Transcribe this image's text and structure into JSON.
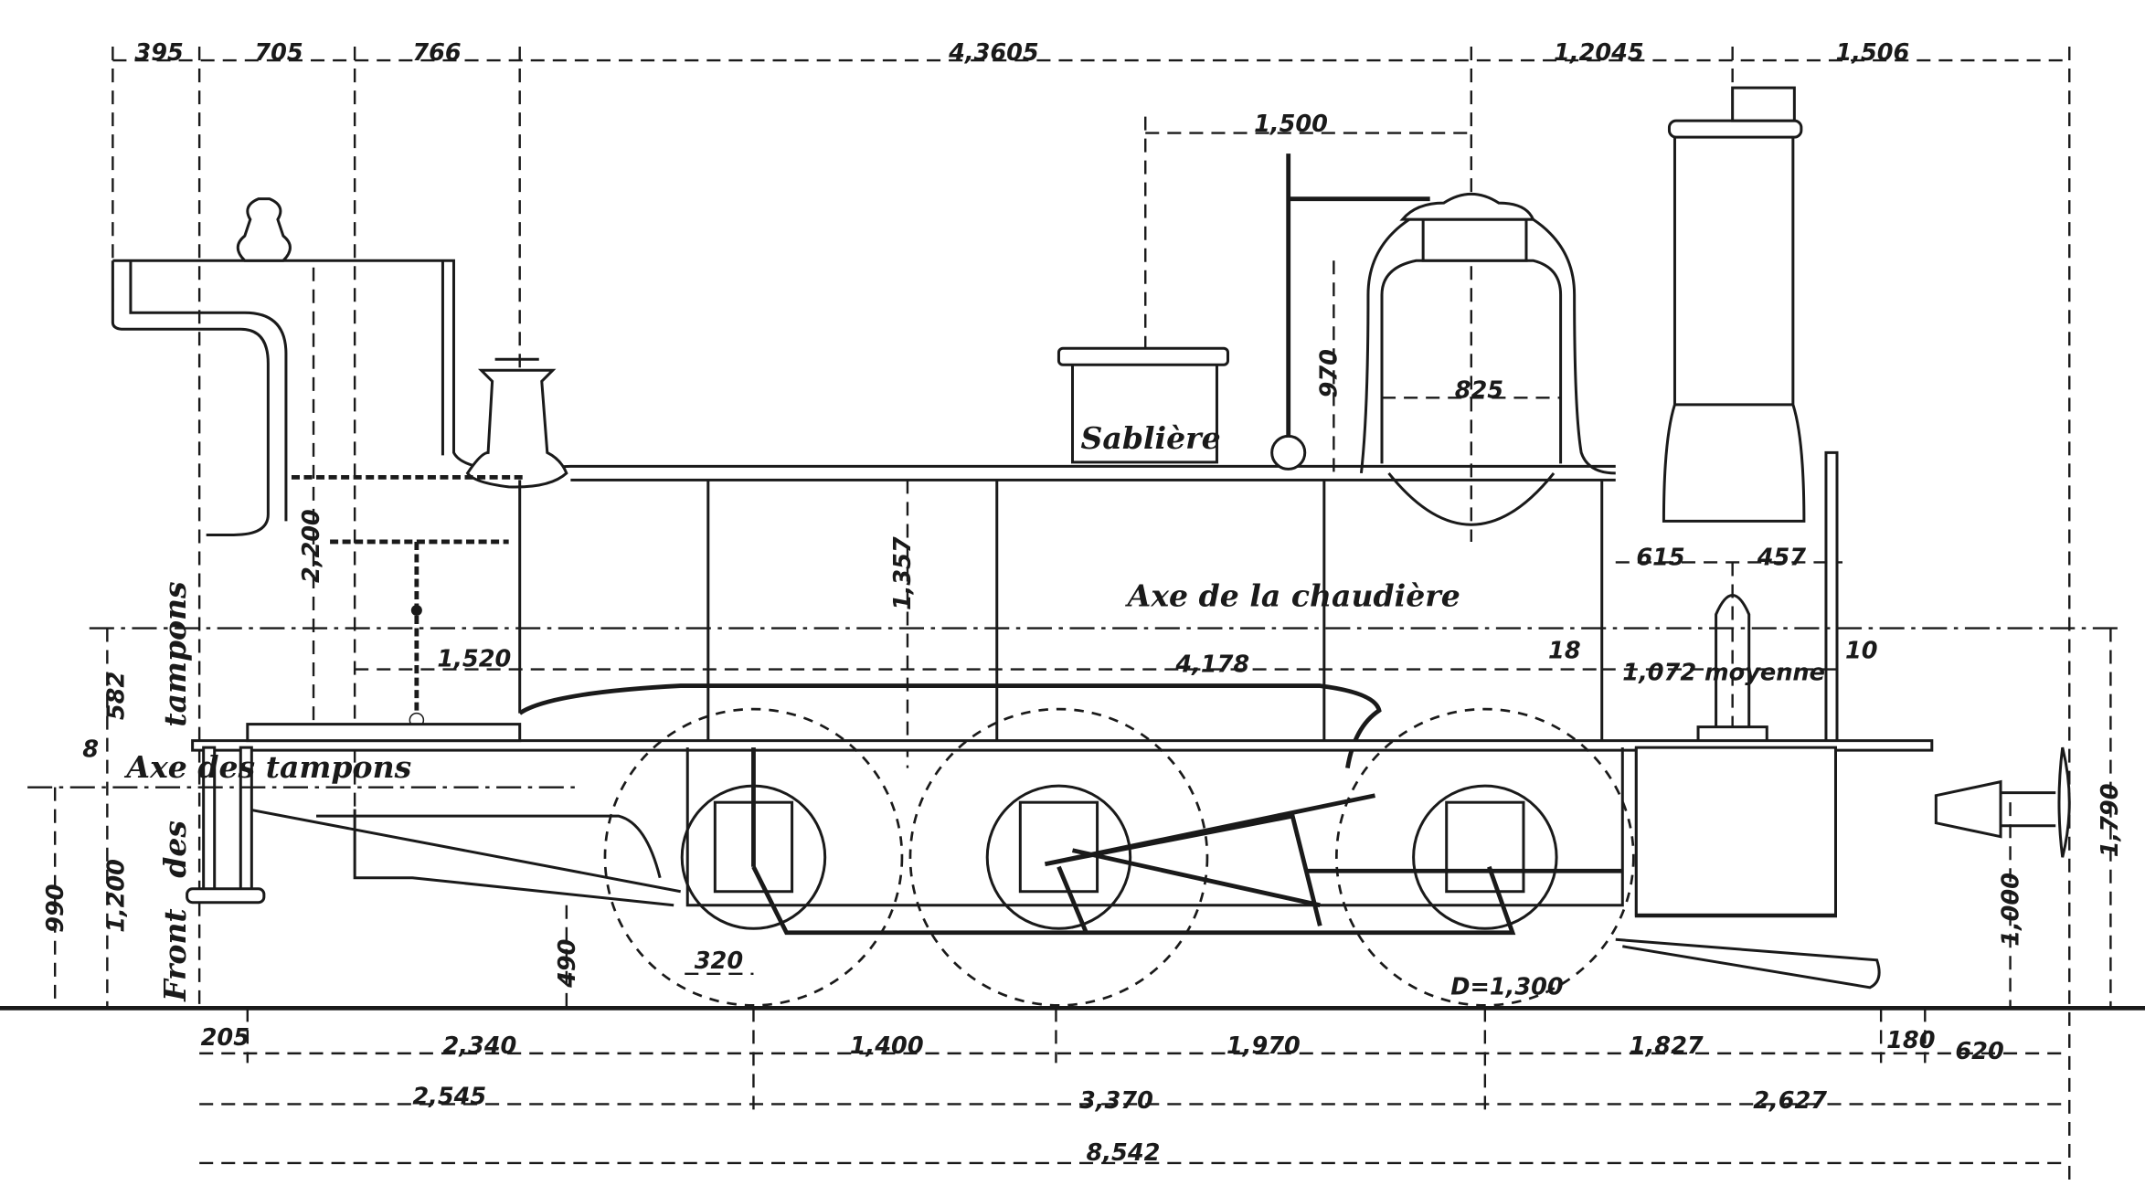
{
  "drawing": {
    "top_dimensions": [
      "395",
      "705",
      "766",
      "4,3605",
      "1,2045",
      "1,506"
    ],
    "dome_spacing": "1,500",
    "regulator_height": "970",
    "dome_diameter": "825",
    "sandbox_label": "Sablière",
    "cab_height": "2,200",
    "boiler_height": "1,357",
    "boiler_axis_label": "Axe de la chaudière",
    "smokebox_left": "615",
    "smokebox_right": "457",
    "buffer_to_boiler": "582",
    "buffer_label_vertical": "tampons",
    "buffer_gap": "8",
    "buffer_axis_label": "Axe des tampons",
    "firebox_length": "1,520",
    "boiler_length": "4,178",
    "tube_plate_left": "18",
    "smokebox_length": "1,072 moyenne",
    "tube_plate_right": "10",
    "buffer_height": "990",
    "platform_height": "1,200",
    "front_label_a": "Front",
    "front_label_b": "des",
    "frame_bottom": "490",
    "crank_radius": "320",
    "wheel_diameter": "D=1,300",
    "boiler_axis_height": "1,790",
    "front_buffer_height": "1,000",
    "bottom_row1": [
      "205",
      "2,340",
      "1,400",
      "1,970",
      "1,827",
      "180",
      "620"
    ],
    "bottom_row2": [
      "2,545",
      "3,370",
      "2,627"
    ],
    "overall_length": "8,542"
  }
}
